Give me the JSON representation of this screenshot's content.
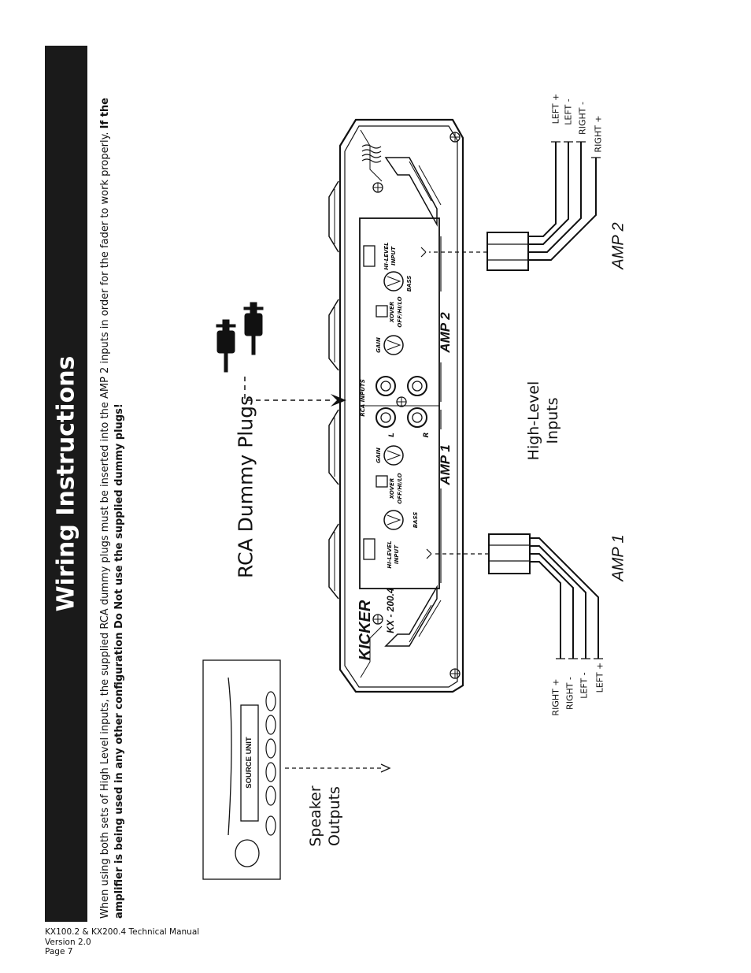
{
  "header": {
    "title": "Wiring Instructions"
  },
  "intro": {
    "text": "When using both sets of High Level inputs, the supplied RCA dummy plugs must be inserted into the AMP 2 inputs in order for the fader to work properly. ",
    "bold": "If the amplifier is being used in any other configuration Do Not use the supplied dummy plugs!"
  },
  "footer": {
    "manual": "KX100.2 & KX200.4 Technical Manual",
    "version": "Version 2.0",
    "page": "Page 7"
  },
  "labels": {
    "rca_dummy_plugs": "RCA Dummy Plugs",
    "high_level_inputs": [
      "High-Level",
      "Inputs"
    ],
    "speaker_outputs": [
      "Speaker",
      "Outputs"
    ],
    "amp1": "AMP 1",
    "amp2": "AMP 2"
  },
  "amp1_wires": [
    "RIGHT +",
    "RIGHT -",
    "LEFT -",
    "LEFT +"
  ],
  "amp2_wires": [
    "LEFT +",
    "LEFT -",
    "RIGHT -",
    "RIGHT +"
  ],
  "source_unit": {
    "label": "SOURCE   UNIT"
  },
  "amplifier": {
    "brand": "KICKER",
    "model": "KX - 200.4",
    "amp1_label": "AMP 1",
    "amp2_label": "AMP 2",
    "gain": "GAIN",
    "xover": "XOVER",
    "off_hi_lo": "OFF/HI/LO",
    "bass": "BASS",
    "hi_level": "HI-LEVEL",
    "input": "INPUT",
    "rca_inputs": "RCA INPUTS",
    "channel_l": "L",
    "channel_r": "R"
  }
}
